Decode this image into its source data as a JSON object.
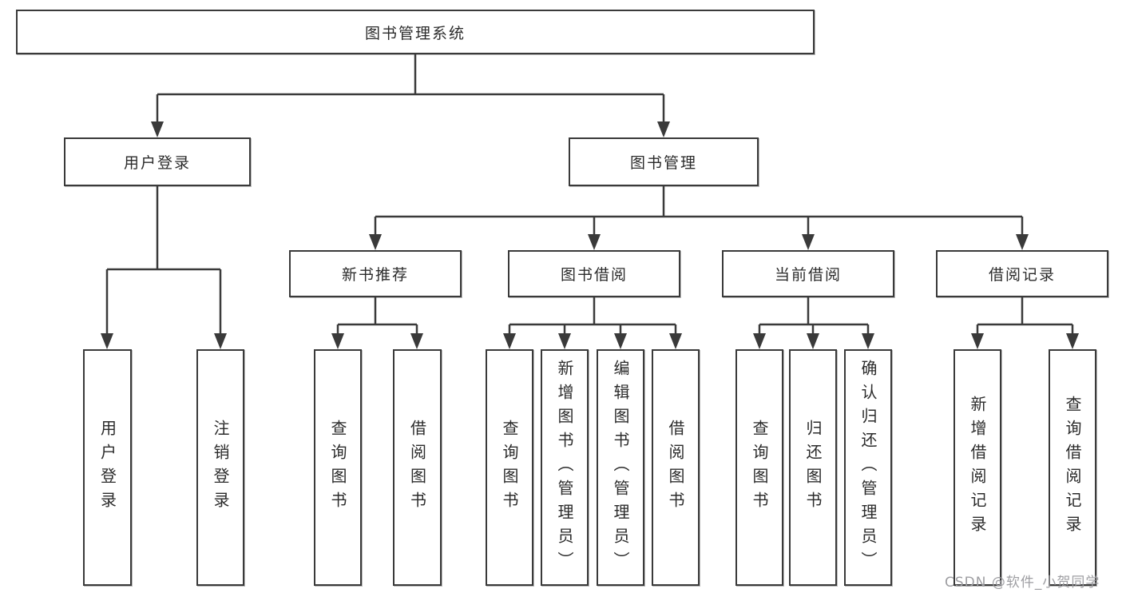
{
  "diagram_title": "图书管理系统",
  "watermark": "CSDN @软件_小贺同学",
  "colors": {
    "line": "#3a3a3a",
    "text": "#2b2b2b",
    "watermark": "#9e9ea2",
    "background": "#ffffff"
  },
  "tree": {
    "root": {
      "label": "图书管理系统",
      "children": [
        {
          "label": "用户登录",
          "children": [
            {
              "label": "用户登录"
            },
            {
              "label": "注销登录"
            }
          ]
        },
        {
          "label": "图书管理",
          "children": [
            {
              "label": "新书推荐",
              "children": [
                {
                  "label": "查询图书"
                },
                {
                  "label": "借阅图书"
                }
              ]
            },
            {
              "label": "图书借阅",
              "children": [
                {
                  "label": "查询图书"
                },
                {
                  "label": "新增图书（管理员）"
                },
                {
                  "label": "编辑图书（管理员）"
                },
                {
                  "label": "借阅图书"
                }
              ]
            },
            {
              "label": "当前借阅",
              "children": [
                {
                  "label": "查询图书"
                },
                {
                  "label": "归还图书"
                },
                {
                  "label": "确认归还（管理员）"
                }
              ]
            },
            {
              "label": "借阅记录",
              "children": [
                {
                  "label": "新增借阅记录"
                },
                {
                  "label": "查询借阅记录"
                }
              ]
            }
          ]
        }
      ]
    }
  }
}
